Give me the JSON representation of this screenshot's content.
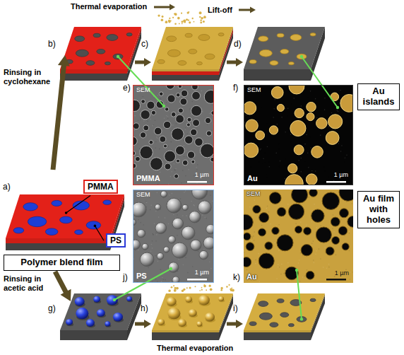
{
  "diagram": {
    "nodes": [
      {
        "text": [
          "SEM",
          "PMMA",
          "1 µm"
        ]
      },
      {
        "text": [
          "SEM",
          "Au",
          "1 µm"
        ]
      },
      {
        "text": [
          "Au islands"
        ]
      },
      {
        "text": [
          "PMMA"
        ]
      },
      {
        "text": [
          "SEM",
          "PS",
          "1 µm"
        ]
      },
      {
        "text": [
          "SEM",
          "Au",
          "1 µm"
        ]
      },
      {
        "text": [
          "Au film with holes"
        ]
      },
      {
        "text": [
          "PS"
        ]
      },
      {
        "text": [
          "Polymer blend film"
        ]
      }
    ],
    "labels": [
      "Thermal evaporation",
      "Lift-off",
      "b)",
      "c)",
      "d)",
      "e)",
      "f)",
      "Rinsing in cyclohexane",
      "a)",
      "j)",
      "k)",
      "Rinsing in acetic acid",
      "g)",
      "h)",
      "i)",
      "Thermal evaporation"
    ]
  }
}
